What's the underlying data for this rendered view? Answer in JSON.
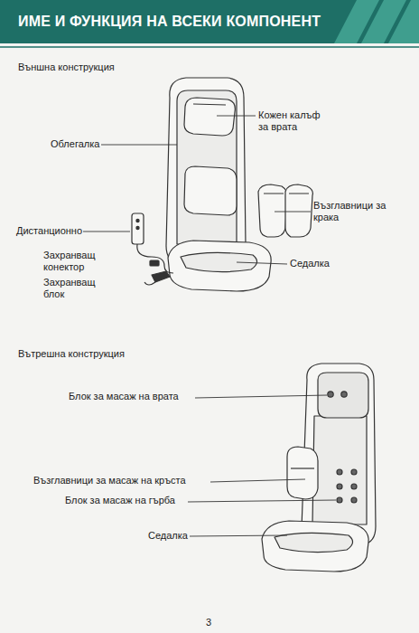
{
  "diagram": {
    "title": "ИМЕ И ФУНКЦИЯ НА ВСЕКИ КОМПОНЕНТ",
    "labels": [
      "Външна конструкция",
      "Кожен калъф за врата",
      "Облегалка",
      "Възглавници за крака",
      "Дистанционно",
      "Захранващ конектор",
      "Захранващ блок",
      "Седалка",
      "Вътрешна конструкция",
      "Блок за масаж на врата",
      "Възглавници за масаж на кръста",
      "Блок за масаж на гърба",
      "Седалка",
      "3"
    ]
  }
}
